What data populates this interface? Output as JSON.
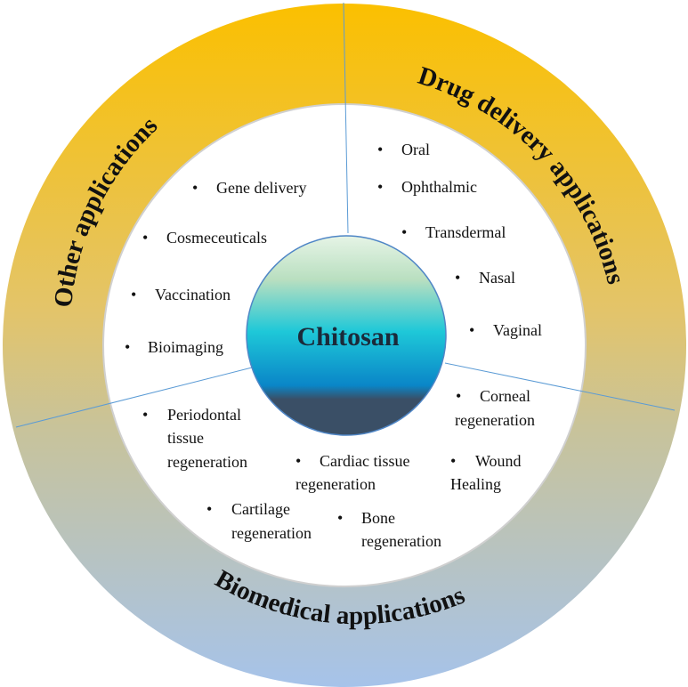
{
  "center": {
    "label": "Chitosan"
  },
  "sectors": {
    "drug_delivery": {
      "title": "Drug delivery applications"
    },
    "other": {
      "title": "Other applications"
    },
    "biomedical": {
      "title": "Biomedical applications"
    }
  },
  "items": {
    "drug_delivery": [
      "Oral",
      "Ophthalmic",
      "Transdermal",
      "Nasal",
      "Vaginal"
    ],
    "other": [
      "Gene delivery",
      "Cosmeceuticals",
      "Vaccination",
      "Bioimaging"
    ],
    "biomedical": {
      "periodontal": [
        "Periodontal",
        "tissue",
        "regeneration"
      ],
      "cardiac": [
        "Cardiac tissue",
        "regeneration"
      ],
      "corneal": [
        "Corneal",
        "regeneration"
      ],
      "wound": [
        "Wound",
        "Healing"
      ],
      "cartilage": [
        "Cartilage",
        "regeneration"
      ],
      "bone": [
        "Bone",
        "regeneration"
      ]
    }
  },
  "bullet": "•",
  "colors": {
    "ring_top": "#fbc000",
    "ring_mid": "#e3c46a",
    "ring_bottom": "#a6c3ea",
    "divider": "#5b9bd5",
    "center_top": "#e6f4e6",
    "center_cyan": "#1ec8d8",
    "center_blue": "#0a86c8",
    "center_dark": "#3a4f66"
  }
}
